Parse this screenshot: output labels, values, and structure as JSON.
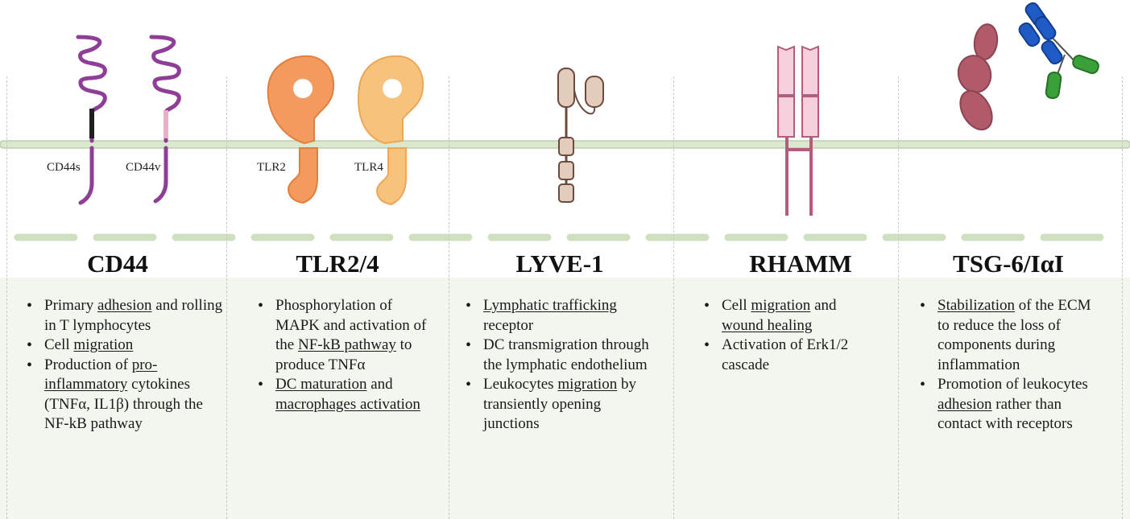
{
  "columns": [
    {
      "title": "CD44",
      "items": [
        [
          {
            "t": "Primary "
          },
          {
            "t": "adhesion",
            "u": true
          },
          {
            "t": " and rolling in T lymphocytes"
          }
        ],
        [
          {
            "t": "Cell "
          },
          {
            "t": "migration",
            "u": true
          }
        ],
        [
          {
            "t": "Production of "
          },
          {
            "t": "pro-inflammatory",
            "u": true
          },
          {
            "t": " cytokines (TNFα, IL1β) through the NF-kB pathway"
          }
        ]
      ]
    },
    {
      "title": "TLR2/4",
      "items": [
        [
          {
            "t": "Phosphorylation of MAPK and activation of the "
          },
          {
            "t": "NF-kB pathway",
            "u": true
          },
          {
            "t": " to produce TNFα"
          }
        ],
        [
          {
            "t": "DC maturation",
            "u": true
          },
          {
            "t": " and "
          },
          {
            "t": "macrophages activation",
            "u": true
          }
        ]
      ]
    },
    {
      "title": "LYVE-1",
      "items": [
        [
          {
            "t": "Lymphatic trafficking",
            "u": true
          },
          {
            "t": " receptor"
          }
        ],
        [
          {
            "t": "DC transmigration through the lymphatic endothelium"
          }
        ],
        [
          {
            "t": "Leukocytes "
          },
          {
            "t": "migration",
            "u": true
          },
          {
            "t": " by transiently opening junctions"
          }
        ]
      ]
    },
    {
      "title": "RHAMM",
      "items": [
        [
          {
            "t": "Cell "
          },
          {
            "t": "migration",
            "u": true
          },
          {
            "t": " and "
          },
          {
            "t": "wound healing",
            "u": true
          }
        ],
        [
          {
            "t": "Activation of Erk1/2 cascade"
          }
        ]
      ]
    },
    {
      "title": "TSG-6/IαI",
      "items": [
        [
          {
            "t": "Stabilization",
            "u": true
          },
          {
            "t": " of the ECM to reduce the loss of components during inflammation"
          }
        ],
        [
          {
            "t": "Promotion of leukocytes "
          },
          {
            "t": "adhesion",
            "u": true
          },
          {
            "t": " rather than contact with receptors"
          }
        ]
      ]
    }
  ],
  "receptor_labels": {
    "cd44s": "CD44s",
    "cd44v": "CD44v",
    "tlr2": "TLR2",
    "tlr4": "TLR4",
    "disulfide": "S-S"
  },
  "colors": {
    "membrane": "#cfe0c0",
    "panel": "#f1f6ef",
    "cd44": "#8e3e96",
    "cd44_stalk_s": "#1f1f1f",
    "cd44_stalk_v": "#e8b0c8",
    "tlr2": "#f39a5e",
    "tlr4": "#f7c27c",
    "lyve1": "#e4ccbc",
    "lyve1_stroke": "#6b4b3e",
    "rhamm": "#f6cfdc",
    "rhamm_stroke": "#b45c7e",
    "tsg6": "#b05a6a",
    "iai_blue": "#1e5bc6",
    "iai_green": "#3aa03a"
  }
}
